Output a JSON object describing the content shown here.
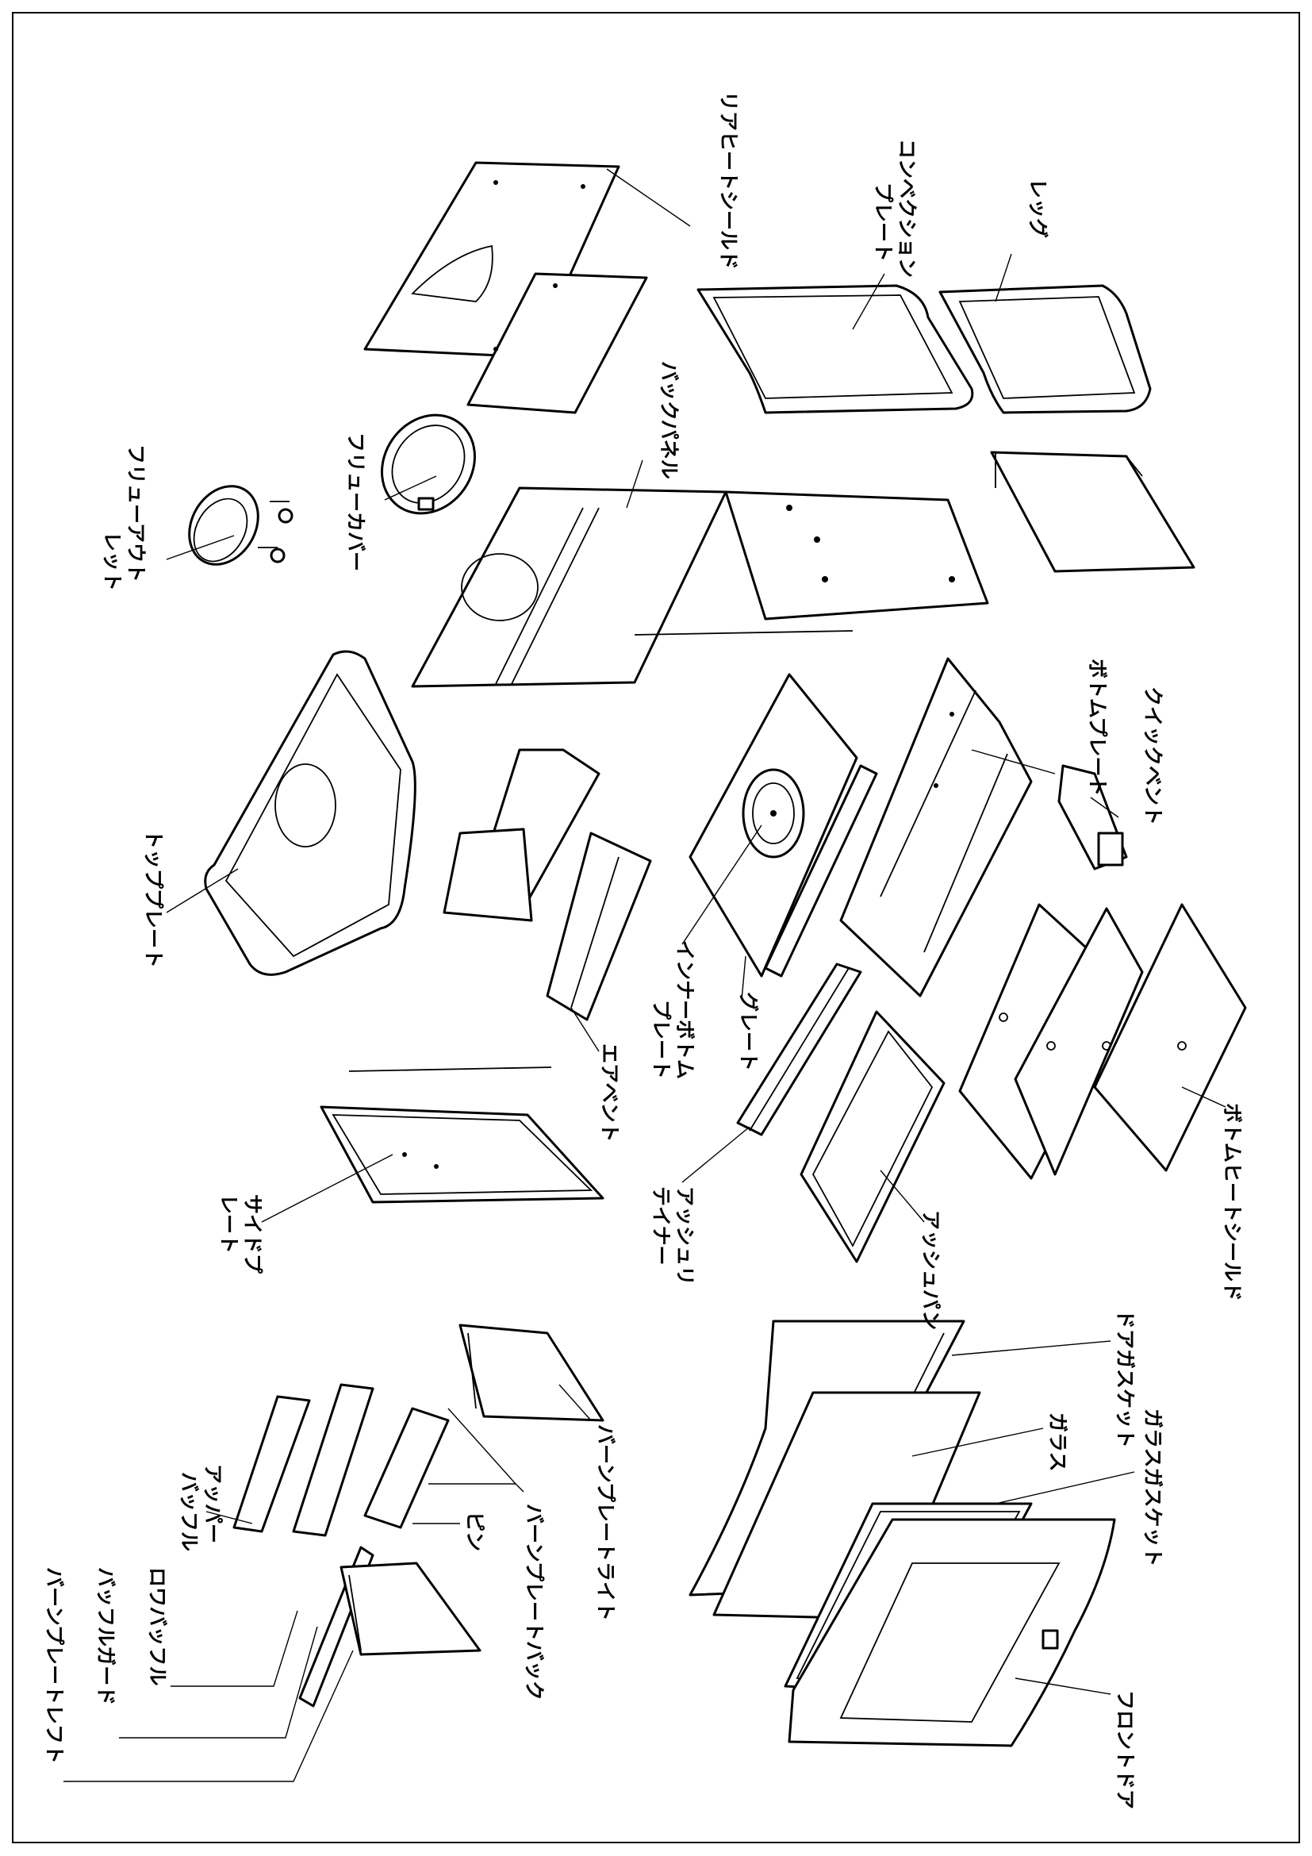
{
  "diagram": {
    "labels": {
      "rear_heat_shield": "リアヒートシールド",
      "convection_plate_1": "コンベクション",
      "convection_plate_2": "プレート",
      "leg": "レッグ",
      "flue_outlet_1": "フリューアウト",
      "flue_outlet_2": "レット",
      "flue_cover": "フリューカバー",
      "back_panel": "バックパネル",
      "bottom_plate": "ボトムプレート",
      "quick_vent": "クイックベント",
      "top_plate": "トッププレート",
      "inner_bottom_plate_1": "インナーボトム",
      "inner_bottom_plate_2": "プレート",
      "grate": "グレート",
      "air_vent": "エアベント",
      "side_plate_1": "サイドプ",
      "side_plate_2": "レート",
      "ash_liner_1": "アッシュリ",
      "ash_liner_2": "テイナー",
      "ash_pan": "アッシュパン",
      "bottom_heat_shield": "ボトムヒートシールド",
      "door_gasket": "ドアガスケット",
      "glass": "ガラス",
      "glass_gasket": "ガラスガスケット",
      "front_door": "フロントドア",
      "upper_baffle_1": "アッパー",
      "upper_baffle_2": "バッフル",
      "pin": "ピン",
      "burn_plate_back": "バーンプレートバック",
      "burn_plate_right": "バーンプレートライト",
      "lower_baffle": "ロワバッフル",
      "baffle_guard": "バッフルガード",
      "burn_plate_left": "バーンプレートレフト"
    }
  }
}
